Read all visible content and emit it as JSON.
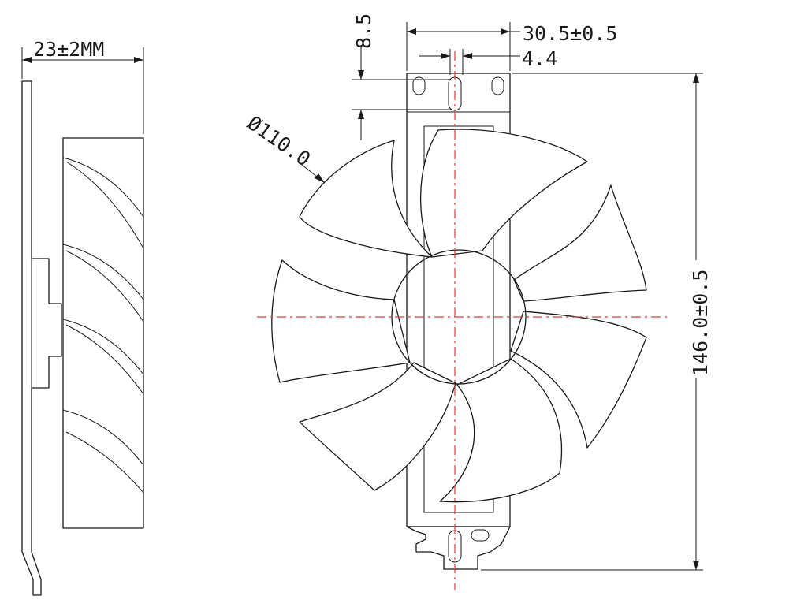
{
  "dimensions": {
    "thickness": "23±2MM",
    "diameter": "Ø110.0",
    "bracket_width": "30.5±0.5",
    "slot_width": "4.4",
    "slot_offset": "8.5",
    "total_height": "146.0±0.5"
  },
  "colors": {
    "line": "#1a1a1a",
    "centerline": "#e03a3a",
    "background": "#ffffff"
  }
}
